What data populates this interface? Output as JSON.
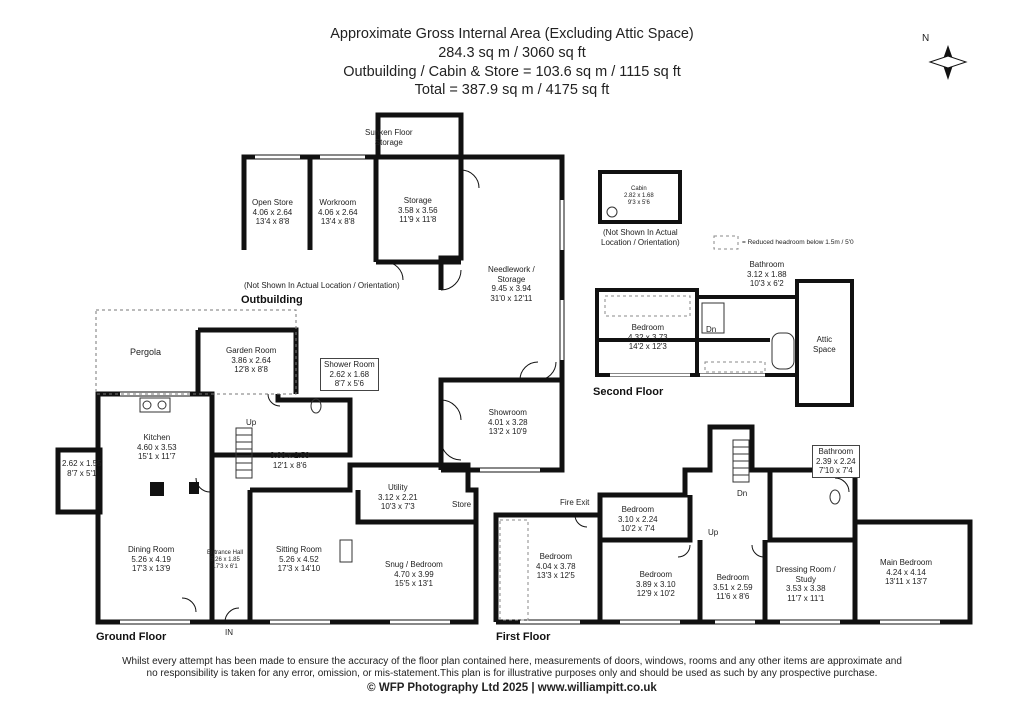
{
  "header": {
    "line1": "Approximate Gross Internal Area (Excluding Attic Space)",
    "line2": "284.3 sq m / 3060 sq ft",
    "line3": "Outbuilding / Cabin & Store = 103.6 sq m / 1115 sq ft",
    "line4": "Total = 387.9 sq m / 4175 sq ft"
  },
  "compass": {
    "label": "N"
  },
  "legend": {
    "text": "= Reduced headroom below 1.5m / 5'0"
  },
  "outbuilding": {
    "title": "Outbuilding",
    "note": "(Not Shown In Actual Location / Orientation)",
    "rooms": [
      {
        "name": "Sunken Floor",
        "name2": "Storage",
        "m": "",
        "ft": ""
      },
      {
        "name": "Open Store",
        "m": "4.06 x 2.64",
        "ft": "13'4 x 8'8"
      },
      {
        "name": "Workroom",
        "m": "4.06 x 2.64",
        "ft": "13'4 x 8'8"
      },
      {
        "name": "Storage",
        "m": "3.58 x 3.56",
        "ft": "11'9 x 11'8"
      },
      {
        "name": "Needlework /",
        "name2": "Storage",
        "m": "9.45 x 3.94",
        "ft": "31'0 x 12'11"
      },
      {
        "name": "Showroom",
        "m": "4.01 x 3.28",
        "ft": "13'2 x 10'9"
      }
    ]
  },
  "cabin": {
    "name": "Cabin",
    "m": "2.82 x 1.68",
    "ft": "9'3 x 5'6",
    "note1": "(Not Shown In Actual",
    "note2": "Location / Orientation)"
  },
  "second_floor": {
    "title": "Second Floor",
    "rooms": [
      {
        "name": "Bathroom",
        "m": "3.12 x 1.88",
        "ft": "10'3 x 6'2"
      },
      {
        "name": "Bedroom",
        "m": "4.32 x 3.73",
        "ft": "14'2 x 12'3"
      },
      {
        "name": "Attic",
        "name2": "Space"
      }
    ],
    "stair_label": "Dn"
  },
  "ground_floor": {
    "title": "Ground Floor",
    "rooms": [
      {
        "name": "Pergola"
      },
      {
        "name": "Garden Room",
        "m": "3.86 x 2.64",
        "ft": "12'8 x 8'8"
      },
      {
        "name": "Shower Room",
        "m": "2.62 x 1.68",
        "ft": "8'7 x 5'6"
      },
      {
        "name": "Kitchen",
        "m": "4.60 x 3.53",
        "ft": "15'1 x 11'7"
      },
      {
        "name": "",
        "m": "2.62 x 1.55",
        "ft": "8'7 x 5'1"
      },
      {
        "name": "",
        "m": "3.68 x 2.59",
        "ft": "12'1 x 8'6"
      },
      {
        "name": "Utility",
        "m": "3.12 x 2.21",
        "ft": "10'3 x 7'3"
      },
      {
        "name": "Store"
      },
      {
        "name": "Dining Room",
        "m": "5.26 x 4.19",
        "ft": "17'3 x 13'9"
      },
      {
        "name": "Entrance Hall",
        "m": "5.26 x 1.85",
        "ft": "17'3 x 6'1"
      },
      {
        "name": "Sitting Room",
        "m": "5.26 x 4.52",
        "ft": "17'3 x 14'10"
      },
      {
        "name": "Snug / Bedroom",
        "m": "4.70 x 3.99",
        "ft": "15'5 x 13'1"
      }
    ],
    "up_label": "Up",
    "entrance_label": "IN"
  },
  "first_floor": {
    "title": "First Floor",
    "rooms": [
      {
        "name": "Bathroom",
        "m": "2.39 x 2.24",
        "ft": "7'10 x 7'4"
      },
      {
        "name": "Bedroom",
        "m": "3.10 x 2.24",
        "ft": "10'2 x 7'4"
      },
      {
        "name": "Bedroom",
        "m": "4.04 x 3.78",
        "ft": "13'3 x 12'5"
      },
      {
        "name": "Bedroom",
        "m": "3.89 x 3.10",
        "ft": "12'9 x 10'2"
      },
      {
        "name": "Bedroom",
        "m": "3.51 x 2.59",
        "ft": "11'6 x 8'6"
      },
      {
        "name": "Dressing Room /",
        "name2": "Study",
        "m": "3.53 x 3.38",
        "ft": "11'7 x 11'1"
      },
      {
        "name": "Main Bedroom",
        "m": "4.24 x 4.14",
        "ft": "13'11 x 13'7"
      }
    ],
    "fire_exit": "Fire Exit",
    "up_label": "Up",
    "dn_label": "Dn"
  },
  "footer": {
    "disclaimer1": "Whilst every attempt has been made to ensure the accuracy of the floor plan contained here, measurements of doors, windows, rooms and any other items are approximate and",
    "disclaimer2": "no responsibility is taken for any error, omission, or mis-statement.This plan is for illustrative purposes only and should be used as such by any prospective purchase.",
    "copyright": "© WFP Photography Ltd 2025 | www.williampitt.co.uk"
  }
}
